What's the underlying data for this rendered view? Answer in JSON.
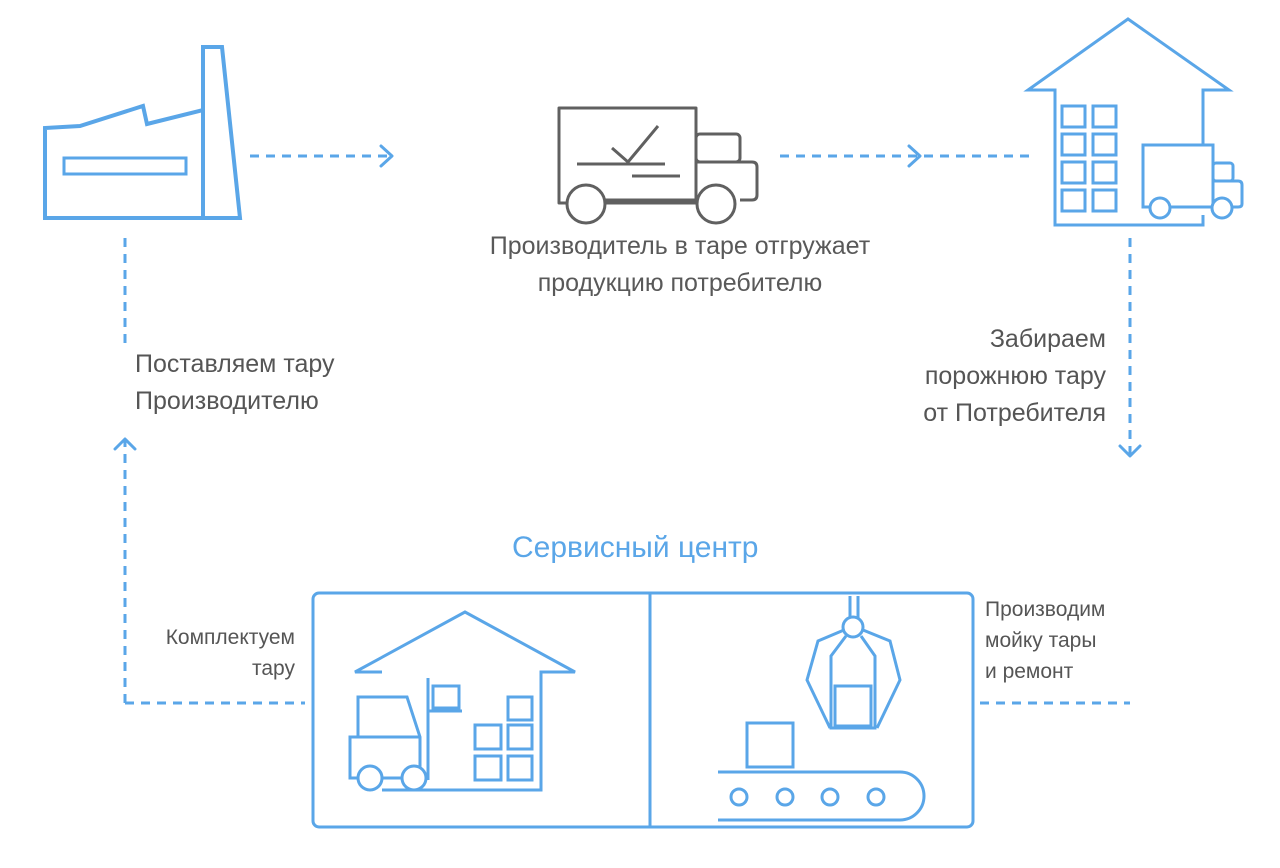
{
  "colors": {
    "accent": "#5aa6e8",
    "truck": "#606060",
    "text": "#555555"
  },
  "icons": {
    "factory": "factory-icon",
    "truck": "delivery-truck-icon",
    "warehouse": "warehouse-with-truck-icon",
    "storage": "warehouse-forklift-icon",
    "washing": "washing-gripper-conveyor-icon"
  },
  "labels": {
    "shipment": [
      "Производитель в таре отгружает",
      "продукцию потребителю"
    ],
    "supply": [
      "Поставляем тару",
      "Производителю"
    ],
    "pickup": [
      "Забираем",
      "порожнюю тару",
      "от Потребителя"
    ],
    "service_center": "Сервисный центр",
    "assemble": [
      "Комплектуем",
      "тару"
    ],
    "wash": [
      "Производим",
      "мойку тары",
      "и ремонт"
    ]
  }
}
